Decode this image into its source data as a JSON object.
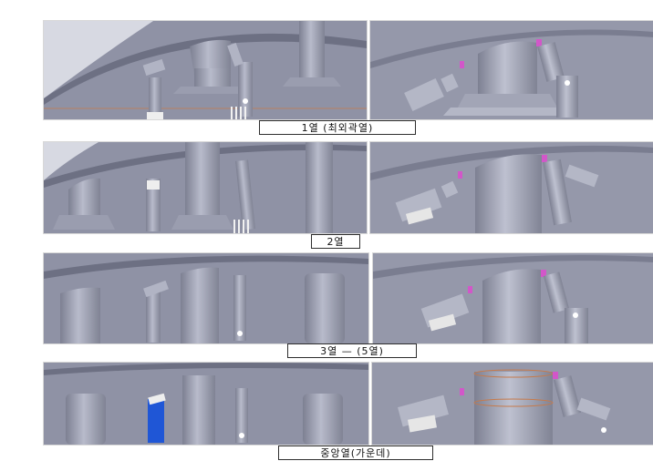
{
  "captions": {
    "row1": "1열 (최외곽열)",
    "row2": "2열",
    "row3": "3열 — (5열)",
    "row4": "중앙열(가운데)"
  },
  "colors": {
    "background_panel": "#8d90a3",
    "component_gray": "#a7aabb",
    "component_shadow": "#7c7f92",
    "highlight_blue": "#1f56d6",
    "magenta_tip": "#d257c9",
    "orange_guide": "#c67a4b"
  }
}
